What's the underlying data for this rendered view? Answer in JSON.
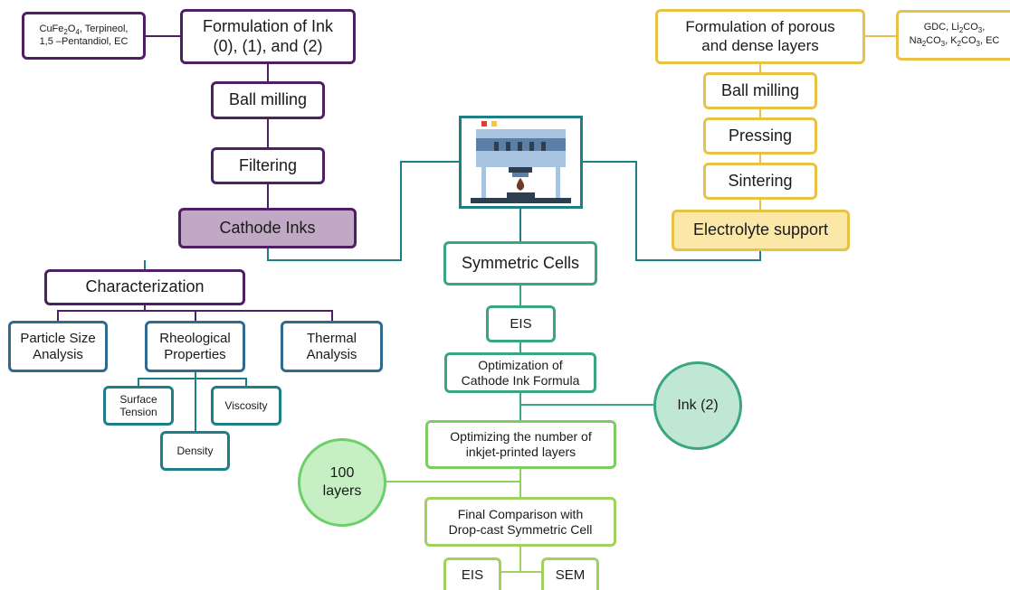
{
  "diagram": {
    "left_branch": {
      "ink_materials": [
        "CuFe",
        "2",
        "O",
        "4",
        ", Terpineol,",
        "1,5 –Pentandiol, EC"
      ],
      "formulation_ink": "Formulation of Ink\n(0), (1), and (2)",
      "ball_milling": "Ball milling",
      "filtering": "Filtering",
      "cathode_inks": "Cathode Inks",
      "characterization": "Characterization",
      "particle_size": "Particle Size\nAnalysis",
      "rheological": "Rheological\nProperties",
      "thermal": "Thermal\nAnalysis",
      "surface_tension": "Surface\nTension",
      "viscosity": "Viscosity",
      "density": "Density"
    },
    "right_branch": {
      "formulation_layers": "Formulation of porous\nand dense layers",
      "layer_materials": [
        "GDC, Li",
        "2",
        "CO",
        "3",
        ",",
        "Na",
        "2",
        "CO",
        "3",
        ", K",
        "2",
        "CO",
        "3",
        ", EC"
      ],
      "ball_milling": "Ball milling",
      "pressing": "Pressing",
      "sintering": "Sintering",
      "electrolyte_support": "Electrolyte support"
    },
    "center": {
      "printer_icon": "inkjet-printer-icon",
      "symmetric_cells": "Symmetric Cells",
      "eis_1": "EIS",
      "optimization_formula": "Optimization of\nCathode Ink Formula",
      "ink_2": "Ink (2)",
      "optimizing_layers": "Optimizing the number of\ninkjet-printed layers",
      "layers_100": "100\nlayers",
      "final_comparison": "Final Comparison with\nDrop-cast Symmetric Cell",
      "eis_2": "EIS",
      "sem": "SEM"
    },
    "colors": {
      "purple": "#4f1f63",
      "purple_fill": "#c1a8c5",
      "blue": "#2f6a8f",
      "teal": "#1e7f86",
      "green": "#3aa57f",
      "light_green": "#a3d160",
      "gold": "#e8c247",
      "gold_fill": "#fbe7a8"
    }
  }
}
